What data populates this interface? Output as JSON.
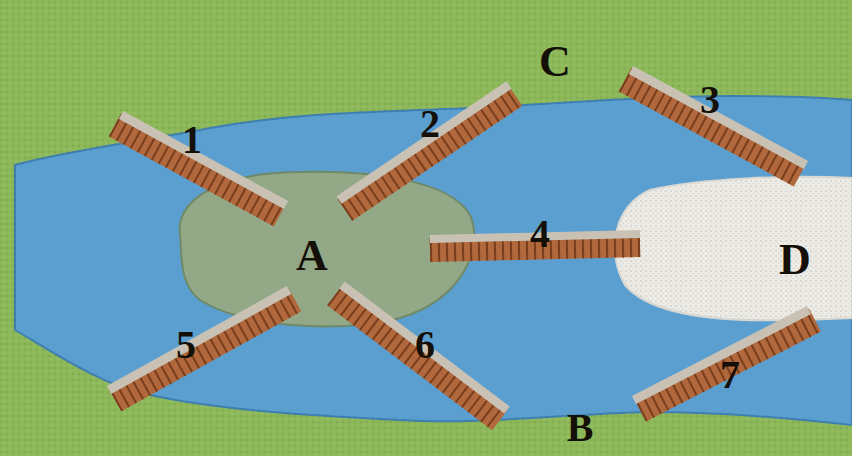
{
  "diagram": {
    "labels": [
      "C",
      "1",
      "2",
      "3",
      "A",
      "4",
      "D",
      "5",
      "6",
      "7",
      "B"
    ]
  }
}
